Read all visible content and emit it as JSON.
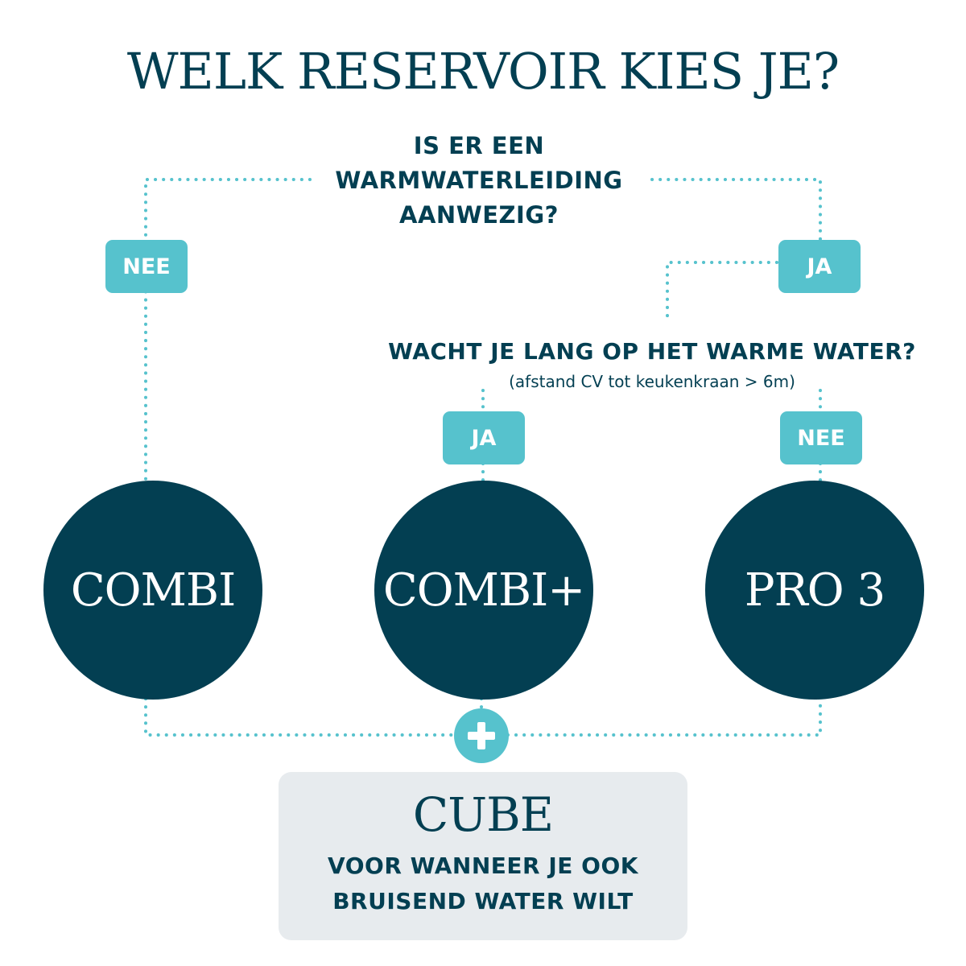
{
  "title": "WELK RESERVOIR KIES JE?",
  "question1": {
    "lines": [
      "IS ER EEN",
      "WARMWATERLEIDING",
      "AANWEZIG?"
    ]
  },
  "question2": {
    "text": "WACHT JE LANG OP HET WARME WATER?",
    "note": "(afstand CV tot keukenkraan > 6m)"
  },
  "answers": {
    "q1_no": "NEE",
    "q1_yes": "JA",
    "q2_yes": "JA",
    "q2_no": "NEE"
  },
  "results": [
    "COMBI",
    "COMBI+",
    "PRO 3"
  ],
  "addon": {
    "plus_icon": "plus-icon",
    "name": "CUBE",
    "description": [
      "VOOR WANNEER JE OOK",
      "BRUISEND WATER WILT"
    ]
  },
  "colors": {
    "navy": "#033f52",
    "teal": "#56c2cd",
    "box_bg": "#e7ebee"
  }
}
